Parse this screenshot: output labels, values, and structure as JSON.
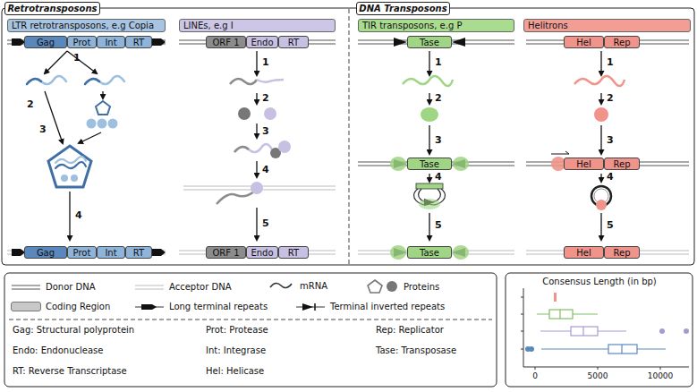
{
  "diagram": {
    "nodes": [
      {
        "text": [
          "Retrotransposons"
        ]
      },
      {
        "text": [
          "LTR retrotransposons, e.g Copia"
        ]
      },
      {
        "text": [
          "Gag"
        ]
      },
      {
        "text": [
          "Prot"
        ]
      },
      {
        "text": [
          "Int"
        ]
      },
      {
        "text": [
          "RT"
        ]
      },
      {
        "text": [
          "Gag"
        ]
      },
      {
        "text": [
          "Prot"
        ]
      },
      {
        "text": [
          "Int"
        ]
      },
      {
        "text": [
          "RT"
        ]
      },
      {
        "text": [
          "LINEs, e.g I"
        ]
      },
      {
        "text": [
          "ORF 1"
        ]
      },
      {
        "text": [
          "Endo"
        ]
      },
      {
        "text": [
          "RT"
        ]
      },
      {
        "text": [
          "ORF 1"
        ]
      },
      {
        "text": [
          "Endo"
        ]
      },
      {
        "text": [
          "RT"
        ]
      },
      {
        "text": [
          "DNA Transposons"
        ]
      },
      {
        "text": [
          "TIR transposons, e.g P"
        ]
      },
      {
        "text": [
          "Tase"
        ]
      },
      {
        "text": [
          "Tase"
        ]
      },
      {
        "text": [
          "Tase"
        ]
      },
      {
        "text": [
          "Helitrons"
        ]
      },
      {
        "text": [
          "Hel"
        ]
      },
      {
        "text": [
          "Rep"
        ]
      },
      {
        "text": [
          "Hel"
        ]
      },
      {
        "text": [
          "Rep"
        ]
      },
      {
        "text": [
          "Hel"
        ]
      },
      {
        "text": [
          "Rep"
        ]
      }
    ],
    "labels": [
      "1",
      "2",
      "3",
      "4",
      "1",
      "2",
      "3",
      "4",
      "5",
      "1",
      "2",
      "3",
      "4",
      "5",
      "1",
      "2",
      "3",
      "4",
      "5",
      "Gag: Structural polyprotein",
      "Endo: Endonuclease",
      "RT: Reverse Transcriptase",
      "Prot: Protease",
      "Int: Integrase",
      "Hel: Helicase",
      "Rep: Replicator",
      "Tase: Transposase",
      "Consensus Length (in bp)",
      "0",
      "5000",
      "10000"
    ],
    "legend": [
      {
        "text": "Donor DNA"
      },
      {
        "text": "Acceptor DNA"
      },
      {
        "text": "mRNA"
      },
      {
        "text": "Proteins"
      },
      {
        "text": "Coding Region",
        "color": "#c8c8c8"
      },
      {
        "text": "Long terminal repeats"
      },
      {
        "text": "Terminal inverted repeats"
      }
    ]
  }
}
